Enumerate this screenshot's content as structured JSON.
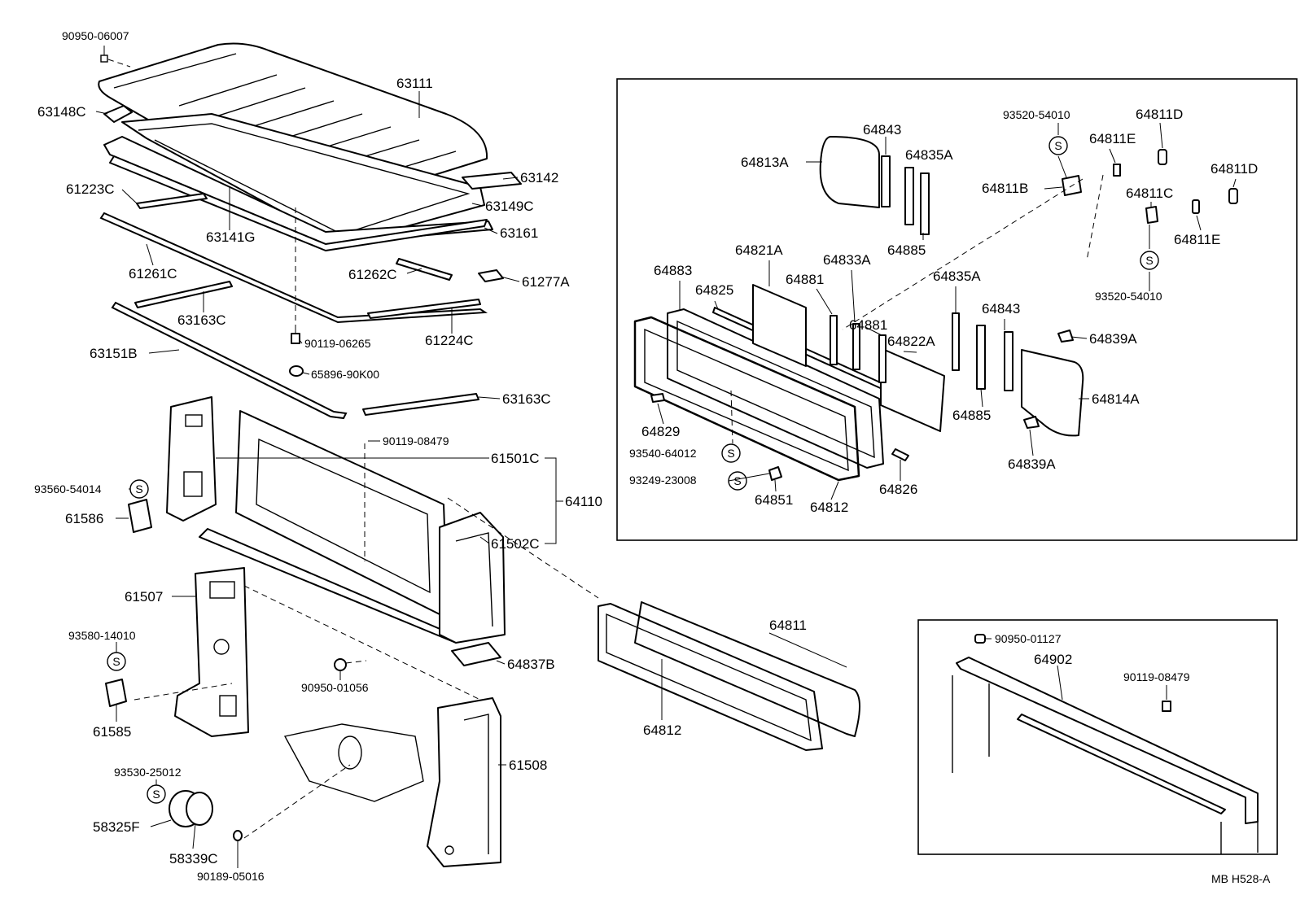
{
  "diagram": {
    "labels": {
      "p90950_06007": "90950-06007",
      "p63111": "63111",
      "p63148C": "63148C",
      "p63142": "63142",
      "p61223C": "61223C",
      "p63149C": "63149C",
      "p63141G": "63141G",
      "p63161": "63161",
      "p61261C": "61261C",
      "p61262C": "61262C",
      "p61277A": "61277A",
      "p63163C_a": "63163C",
      "p61224C": "61224C",
      "p90119_06265": "90119-06265",
      "p63151B": "63151B",
      "p65896_90K00": "65896-90K00",
      "p63163C_b": "63163C",
      "p90119_08479_a": "90119-08479",
      "p61501C": "61501C",
      "p93560_54014": "93560-54014",
      "p64110": "64110",
      "p61586": "61586",
      "p61502C": "61502C",
      "p61507": "61507",
      "p93580_14010": "93580-14010",
      "p64837B": "64837B",
      "p64811": "64811",
      "p90950_01056": "90950-01056",
      "p61585": "61585",
      "p64812_b": "64812",
      "p93530_25012": "93530-25012",
      "p61508": "61508",
      "p58325F": "58325F",
      "p58339C": "58339C",
      "p90189_05016": "90189-05016",
      "p64843_a": "64843",
      "p93520_54010_a": "93520-54010",
      "p64811D_a": "64811D",
      "p64813A": "64813A",
      "p64835A_a": "64835A",
      "p64811E_a": "64811E",
      "p64811B": "64811B",
      "p64811D_b": "64811D",
      "p64811C": "64811C",
      "p64885_a": "64885",
      "p64811E_b": "64811E",
      "p64821A": "64821A",
      "p64883": "64883",
      "p64833A": "64833A",
      "p93520_54010_b": "93520-54010",
      "p64825": "64825",
      "p64881_a": "64881",
      "p64835A_b": "64835A",
      "p64843_b": "64843",
      "p64881_b": "64881",
      "p64839A_a": "64839A",
      "p64822A": "64822A",
      "p64814A": "64814A",
      "p64885_b": "64885",
      "p64829": "64829",
      "p93540_64012": "93540-64012",
      "p64839A_b": "64839A",
      "p93249_23008": "93249-23008",
      "p64826": "64826",
      "p64851": "64851",
      "p64812_a": "64812",
      "p90950_01127": "90950-01127",
      "p64902": "64902",
      "p90119_08479_b": "90119-08479",
      "footer_code": "MB  H528-A"
    },
    "sealant_symbol": "S"
  }
}
